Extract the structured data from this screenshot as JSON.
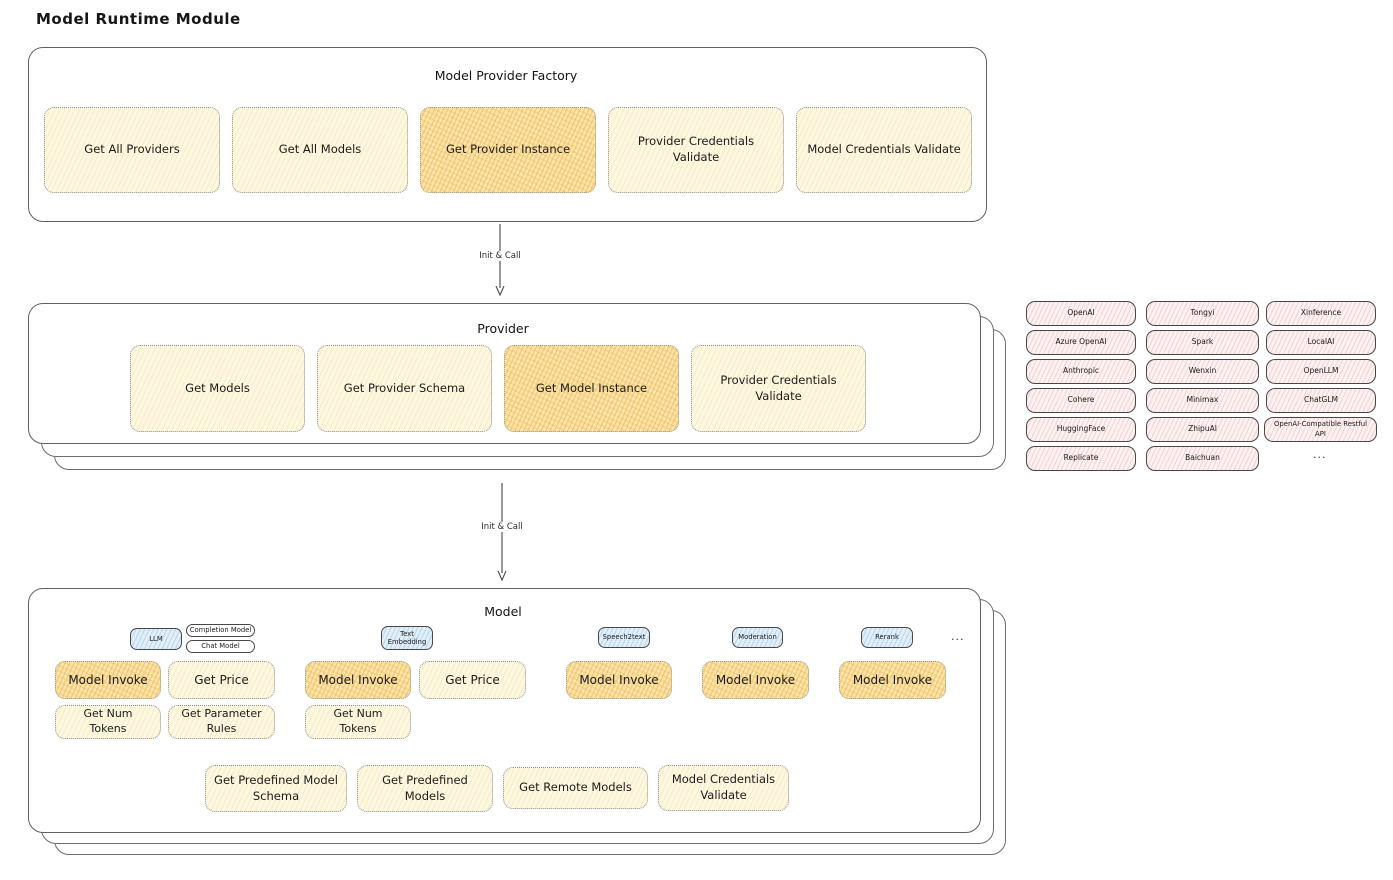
{
  "page_title": "Model Runtime Module",
  "factory": {
    "title": "Model Provider Factory",
    "boxes": [
      {
        "label": "Get All Providers",
        "highlighted": false
      },
      {
        "label": "Get All Models",
        "highlighted": false
      },
      {
        "label": "Get Provider Instance",
        "highlighted": true
      },
      {
        "label": "Provider Credentials Validate",
        "highlighted": false
      },
      {
        "label": "Model Credentials Validate",
        "highlighted": false
      }
    ]
  },
  "arrows": {
    "init_call_1": "Init & Call",
    "init_call_2": "Init & Call"
  },
  "provider": {
    "title": "Provider",
    "boxes": [
      {
        "label": "Get Models",
        "highlighted": false
      },
      {
        "label": "Get Provider Schema",
        "highlighted": false
      },
      {
        "label": "Get Model Instance",
        "highlighted": true
      },
      {
        "label": "Provider Credentials Validate",
        "highlighted": false
      }
    ]
  },
  "providers_grid": {
    "columns": [
      [
        "OpenAI",
        "Azure OpenAI",
        "Anthropic",
        "Cohere",
        "HuggingFace",
        "Replicate"
      ],
      [
        "Tongyi",
        "Spark",
        "Wenxin",
        "Minimax",
        "ZhipuAI",
        "Baichuan"
      ],
      [
        "Xinference",
        "LocalAI",
        "OpenLLM",
        "ChatGLM",
        "OpenAI-Compatible Restful API"
      ]
    ],
    "more": "..."
  },
  "model": {
    "title": "Model",
    "tags": {
      "llm": "LLM",
      "completion_model": "Completion Model",
      "chat_model": "Chat Model",
      "text_embedding": "Text Embedding",
      "speech2text": "Speech2text",
      "moderation": "Moderation",
      "rerank": "Rerank",
      "more": "..."
    },
    "boxes": {
      "llm_invoke": "Model Invoke",
      "llm_get_price": "Get Price",
      "llm_get_num_tokens": "Get Num Tokens",
      "llm_get_parameter_rules": "Get Parameter Rules",
      "te_invoke": "Model Invoke",
      "te_get_price": "Get Price",
      "te_get_num_tokens": "Get Num Tokens",
      "s2t_invoke": "Model Invoke",
      "moderation_invoke": "Model Invoke",
      "rerank_invoke": "Model Invoke",
      "get_predefined_model_schema": "Get Predefined Model Schema",
      "get_predefined_models": "Get Predefined Models",
      "get_remote_models": "Get Remote Models",
      "model_credentials_validate": "Model Credentials Validate"
    }
  },
  "colors": {
    "yellow_box": "#FDF8E3",
    "orange_highlight_box": "#FBE5AD",
    "pink_chip": "#FDF2F2",
    "blue_tag": "#E2EFF9",
    "container_border": "#616161",
    "text": "#1B1B1B"
  }
}
